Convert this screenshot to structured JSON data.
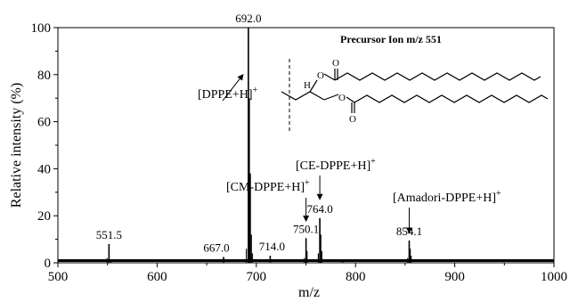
{
  "chart_data": {
    "type": "stem",
    "xlabel": "m/z",
    "ylabel": "Relative intensity (%)",
    "xlim": [
      500,
      1000
    ],
    "ylim": [
      0,
      100
    ],
    "x_ticks": [
      500,
      600,
      700,
      800,
      900,
      1000
    ],
    "y_ticks": [
      0,
      20,
      40,
      60,
      80,
      100
    ],
    "peaks": [
      {
        "mz": 551.5,
        "intensity": 8,
        "label": "551.5"
      },
      {
        "mz": 667.0,
        "intensity": 2.5,
        "label": "667.0"
      },
      {
        "mz": 692.0,
        "intensity": 100,
        "label": "692.0"
      },
      {
        "mz": 714.0,
        "intensity": 3,
        "label": "714.0"
      },
      {
        "mz": 750.1,
        "intensity": 10.5,
        "label": "750.1"
      },
      {
        "mz": 764.0,
        "intensity": 19,
        "label": "764.0"
      },
      {
        "mz": 854.1,
        "intensity": 9.5,
        "label": "854.1"
      }
    ],
    "minor_peaks": [
      {
        "mz": 549.5,
        "intensity": 2
      },
      {
        "mz": 553.5,
        "intensity": 1.5
      },
      {
        "mz": 690.0,
        "intensity": 6
      },
      {
        "mz": 693.0,
        "intensity": 70
      },
      {
        "mz": 694.0,
        "intensity": 38
      },
      {
        "mz": 695.0,
        "intensity": 12
      },
      {
        "mz": 696.0,
        "intensity": 4
      },
      {
        "mz": 748.5,
        "intensity": 2
      },
      {
        "mz": 751.1,
        "intensity": 5
      },
      {
        "mz": 762.5,
        "intensity": 4
      },
      {
        "mz": 765.0,
        "intensity": 12
      },
      {
        "mz": 766.0,
        "intensity": 5
      },
      {
        "mz": 787.0,
        "intensity": 1.5
      },
      {
        "mz": 852.5,
        "intensity": 2
      },
      {
        "mz": 855.1,
        "intensity": 6
      },
      {
        "mz": 856.1,
        "intensity": 3
      }
    ],
    "annotations": [
      {
        "text": "[DPPE+H]",
        "superscript": "+",
        "target_mz": 692.0,
        "target_intensity": 80
      },
      {
        "text": "[CM-DPPE+H]",
        "superscript": "+",
        "target_mz": 750.1,
        "target_intensity": 18
      },
      {
        "text": "[CE-DPPE+H]",
        "superscript": "+",
        "target_mz": 764.0,
        "target_intensity": 27
      },
      {
        "text": "[Amadori-DPPE+H]",
        "superscript": "+",
        "target_mz": 854.1,
        "target_intensity": 12
      }
    ],
    "inset": {
      "title": "Precursor Ion m/z 551",
      "atoms": [
        "H",
        "O",
        "O",
        "O",
        "O"
      ]
    }
  }
}
